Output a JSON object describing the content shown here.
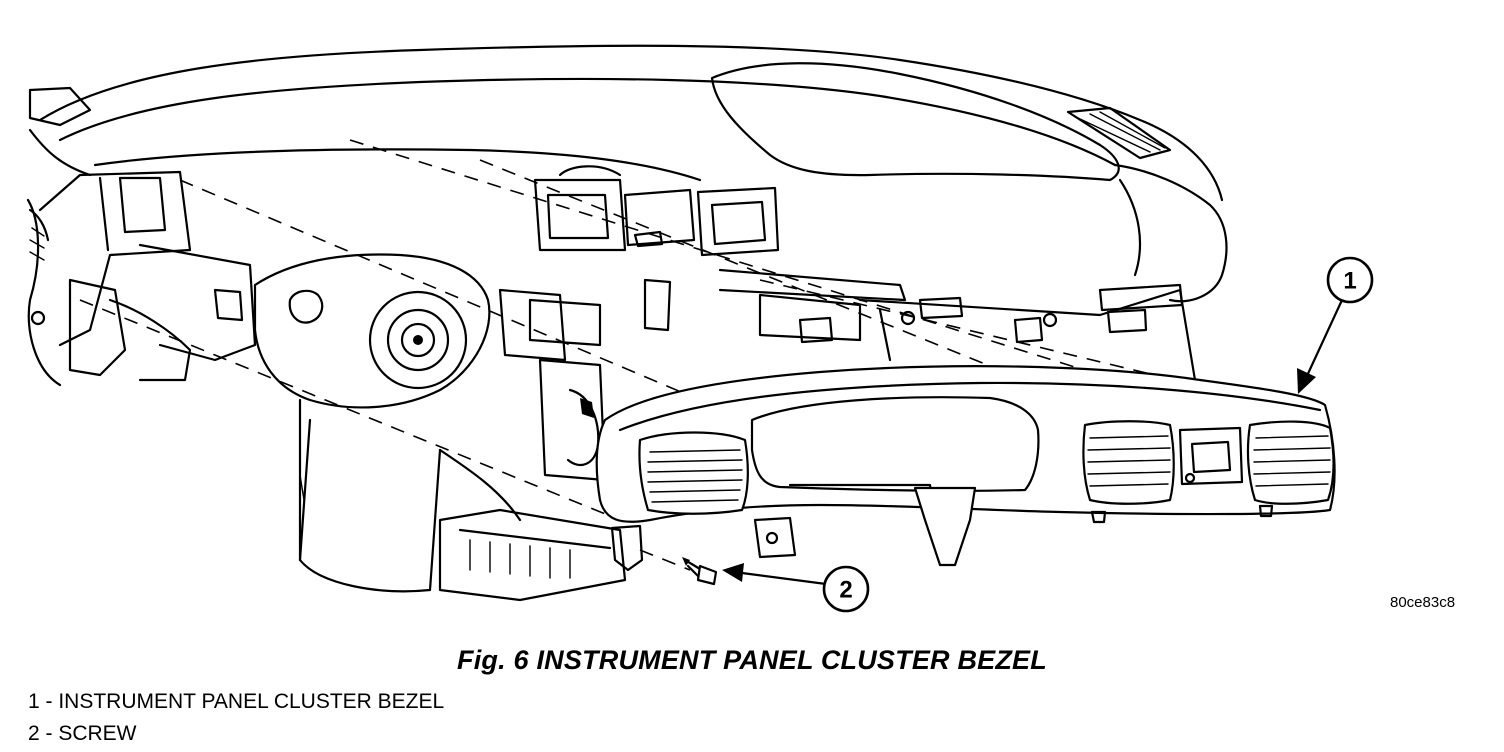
{
  "figure": {
    "caption": "Fig. 6 INSTRUMENT PANEL CLUSTER BEZEL",
    "image_code": "80ce83c8"
  },
  "callouts": [
    {
      "number": "1",
      "target": "instrument panel cluster bezel"
    },
    {
      "number": "2",
      "target": "screw"
    }
  ],
  "legend": [
    {
      "text": "1 - INSTRUMENT PANEL CLUSTER BEZEL"
    },
    {
      "text": "2 - SCREW"
    }
  ]
}
